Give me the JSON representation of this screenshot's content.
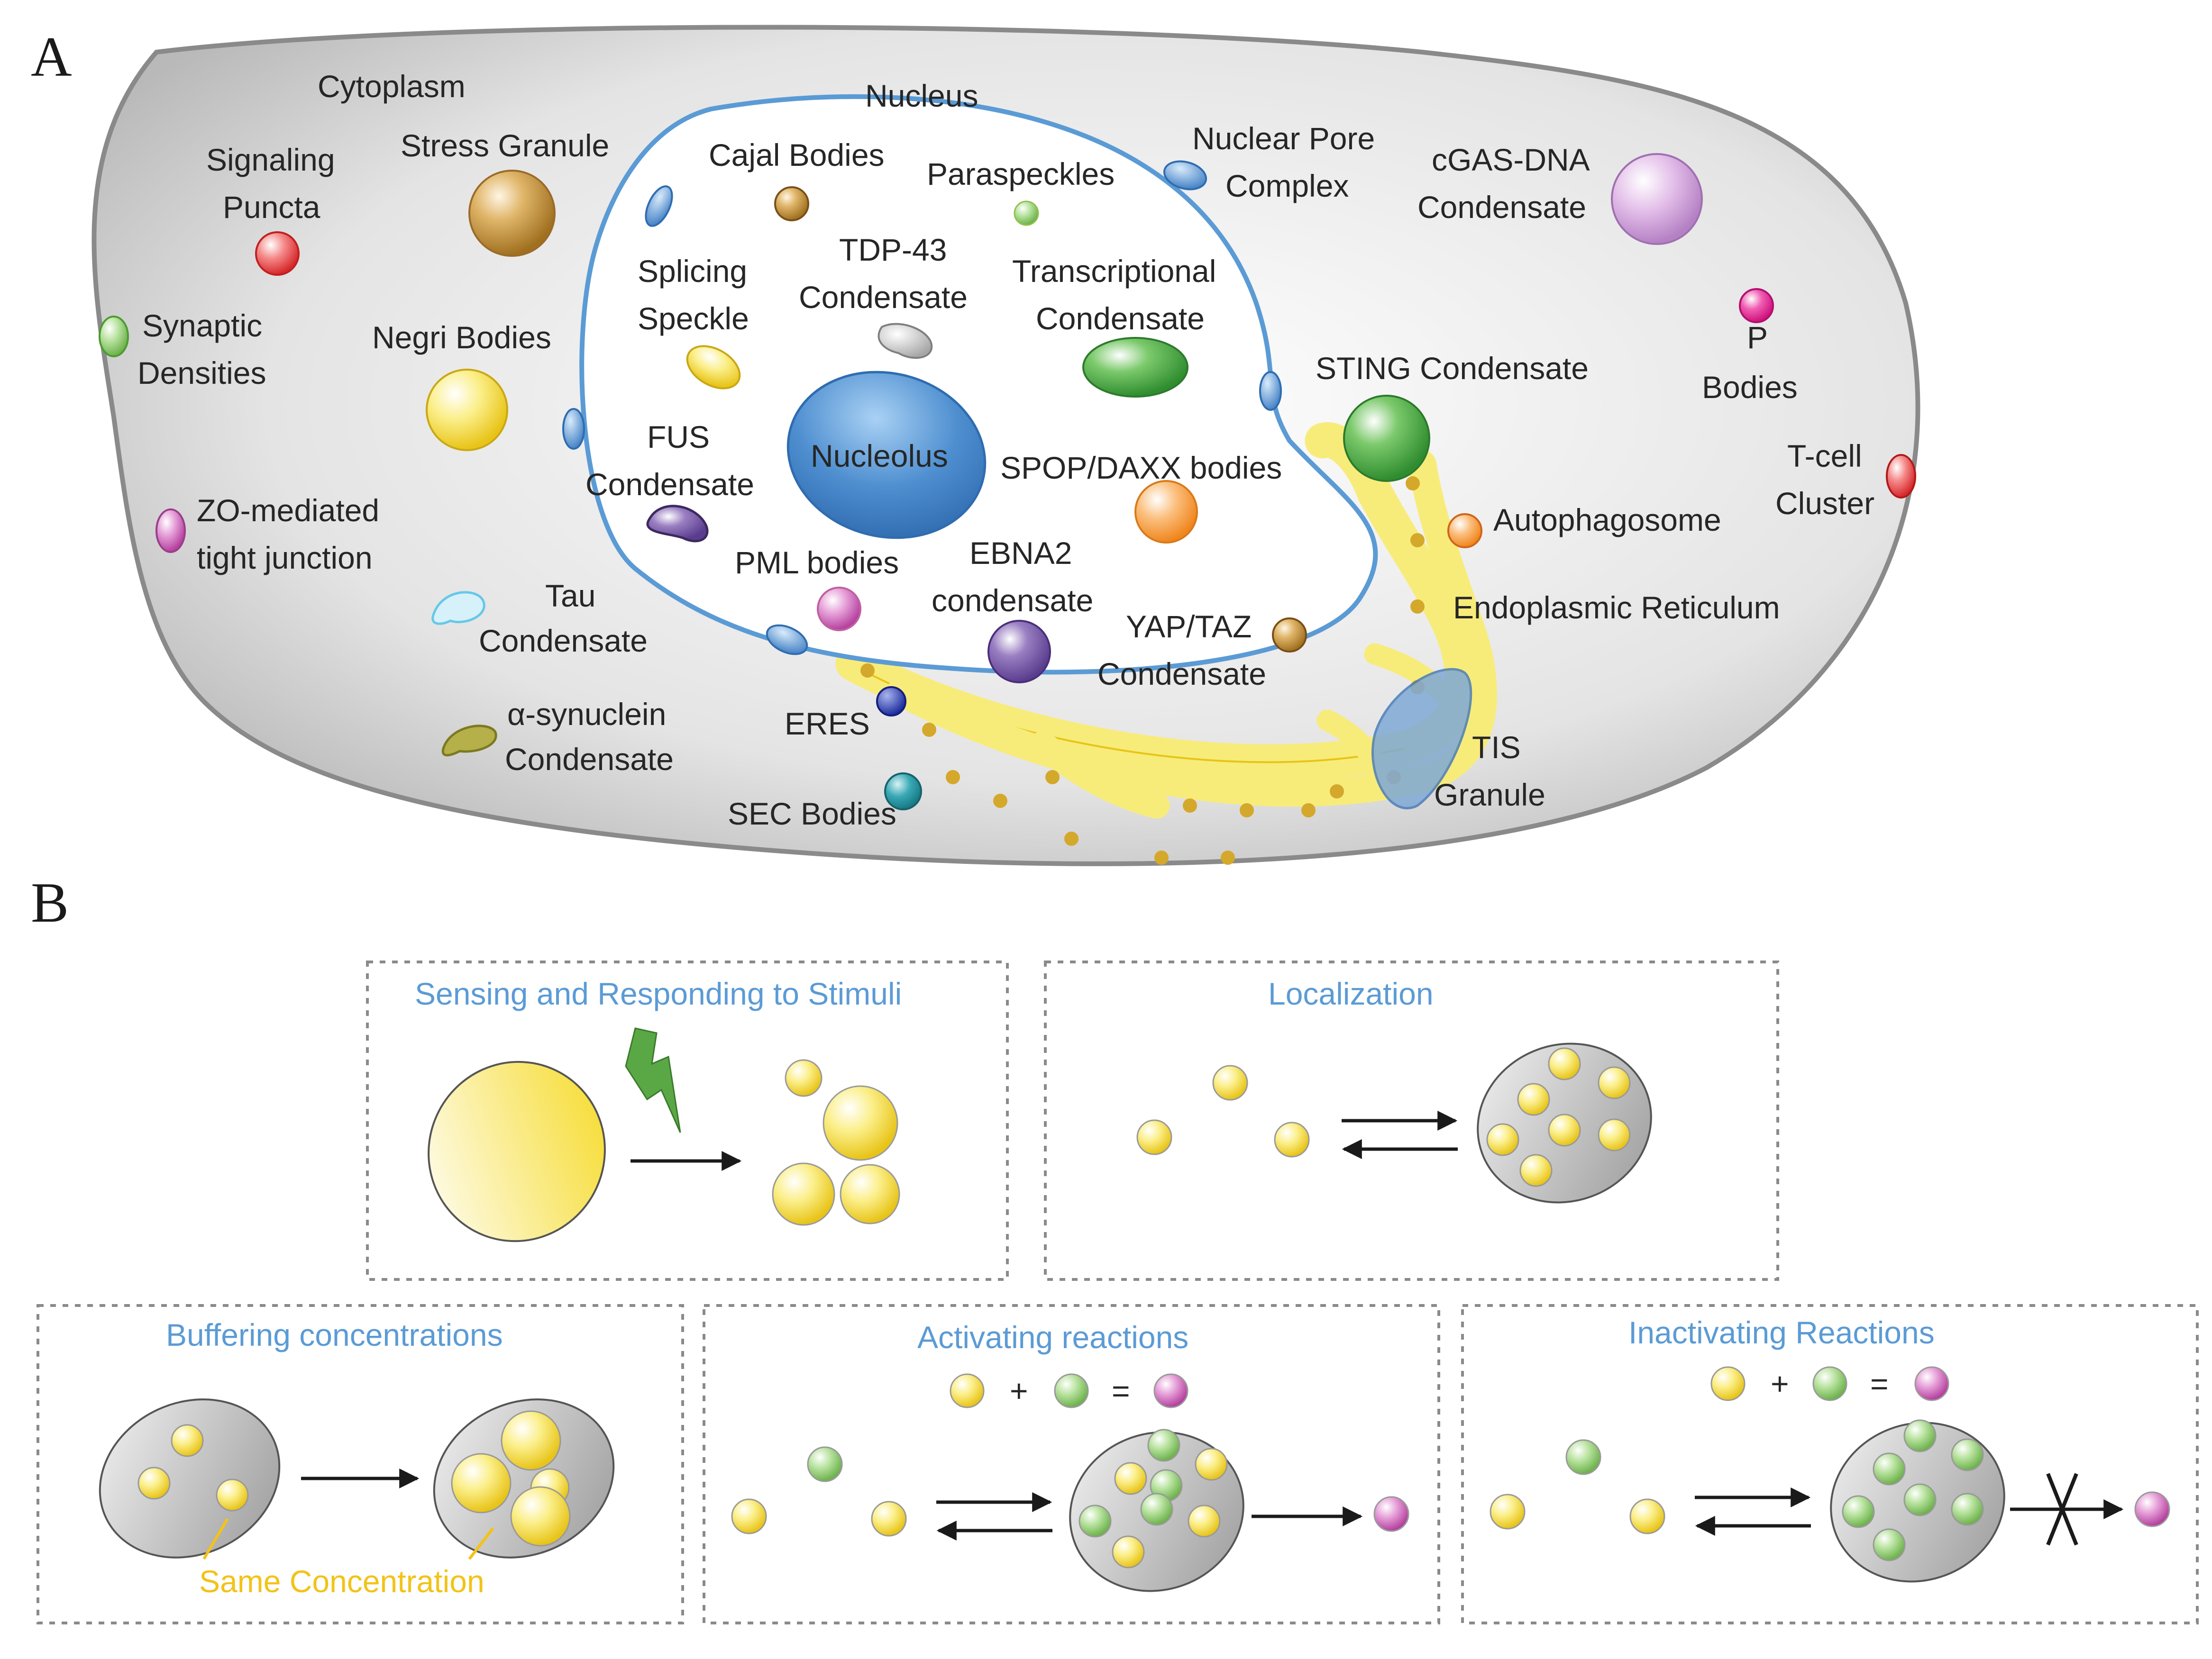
{
  "panels": {
    "a": "A",
    "b": "B"
  },
  "cell_labels": {
    "cytoplasm": "Cytoplasm",
    "nucleus": "Nucleus",
    "cajal_bodies": "Cajal Bodies",
    "paraspeckles": "Paraspeckles",
    "nuclear_pore_1": "Nuclear Pore",
    "nuclear_pore_2": "Complex",
    "cgas_1": "cGAS-DNA",
    "cgas_2": "Condensate",
    "signaling_1": "Signaling",
    "signaling_2": "Puncta",
    "stress_granule": "Stress Granule",
    "splicing_1": "Splicing",
    "splicing_2": "Speckle",
    "tdp43_1": "TDP-43",
    "tdp43_2": "Condensate",
    "transcriptional_1": "Transcriptional",
    "transcriptional_2": "Condensate",
    "synaptic_1": "Synaptic",
    "synaptic_2": "Densities",
    "negri_bodies": "Negri Bodies",
    "p_bodies_1": "P",
    "p_bodies_2": "Bodies",
    "sting": "STING Condensate",
    "fus_1": "FUS",
    "fus_2": "Condensate",
    "nucleolus": "Nucleolus",
    "spop": "SPOP/DAXX bodies",
    "tcell_1": "T-cell",
    "tcell_2": "Cluster",
    "zo_1": "ZO-mediated",
    "zo_2": "tight junction",
    "autophagosome": "Autophagosome",
    "pml_bodies": "PML bodies",
    "ebna2_1": "EBNA2",
    "ebna2_2": "condensate",
    "tau_1": "Tau",
    "tau_2": "Condensate",
    "er": "Endoplasmic Reticulum",
    "yap_1": "YAP/TAZ",
    "yap_2": "Condensate",
    "synuclein_1": "α-synuclein",
    "synuclein_2": "Condensate",
    "eres": "ERES",
    "tis_1": "TIS",
    "tis_2": "Granule",
    "sec_bodies": "SEC Bodies"
  },
  "functions": {
    "sensing": "Sensing and Responding to Stimuli",
    "localization": "Localization",
    "buffering": "Buffering concentrations",
    "buffering_note": "Same Concentration",
    "activating": "Activating reactions",
    "inactivating": "Inactivating Reactions",
    "plus": "+",
    "equals": "="
  },
  "colors": {
    "nucleus_outline": "#5b9bd5",
    "cytoplasm_fill": "#dcdcdc",
    "er_fill": "#f7ec7a",
    "title_blue": "#5b9bd5",
    "condensate_yellow": "#f5e25a",
    "condensate_green": "#9fd47f",
    "product_pink": "#d97ac4"
  }
}
